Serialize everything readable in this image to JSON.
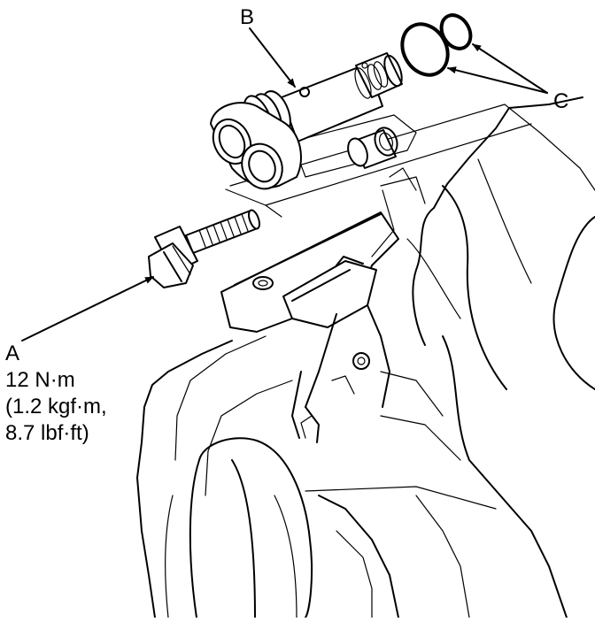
{
  "labels": {
    "a": "A",
    "b": "B",
    "c": "C",
    "torque_nm": "12 N·m",
    "torque_kgf": "(1.2 kgf·m,",
    "torque_lbf": "8.7 lbf·ft)"
  }
}
